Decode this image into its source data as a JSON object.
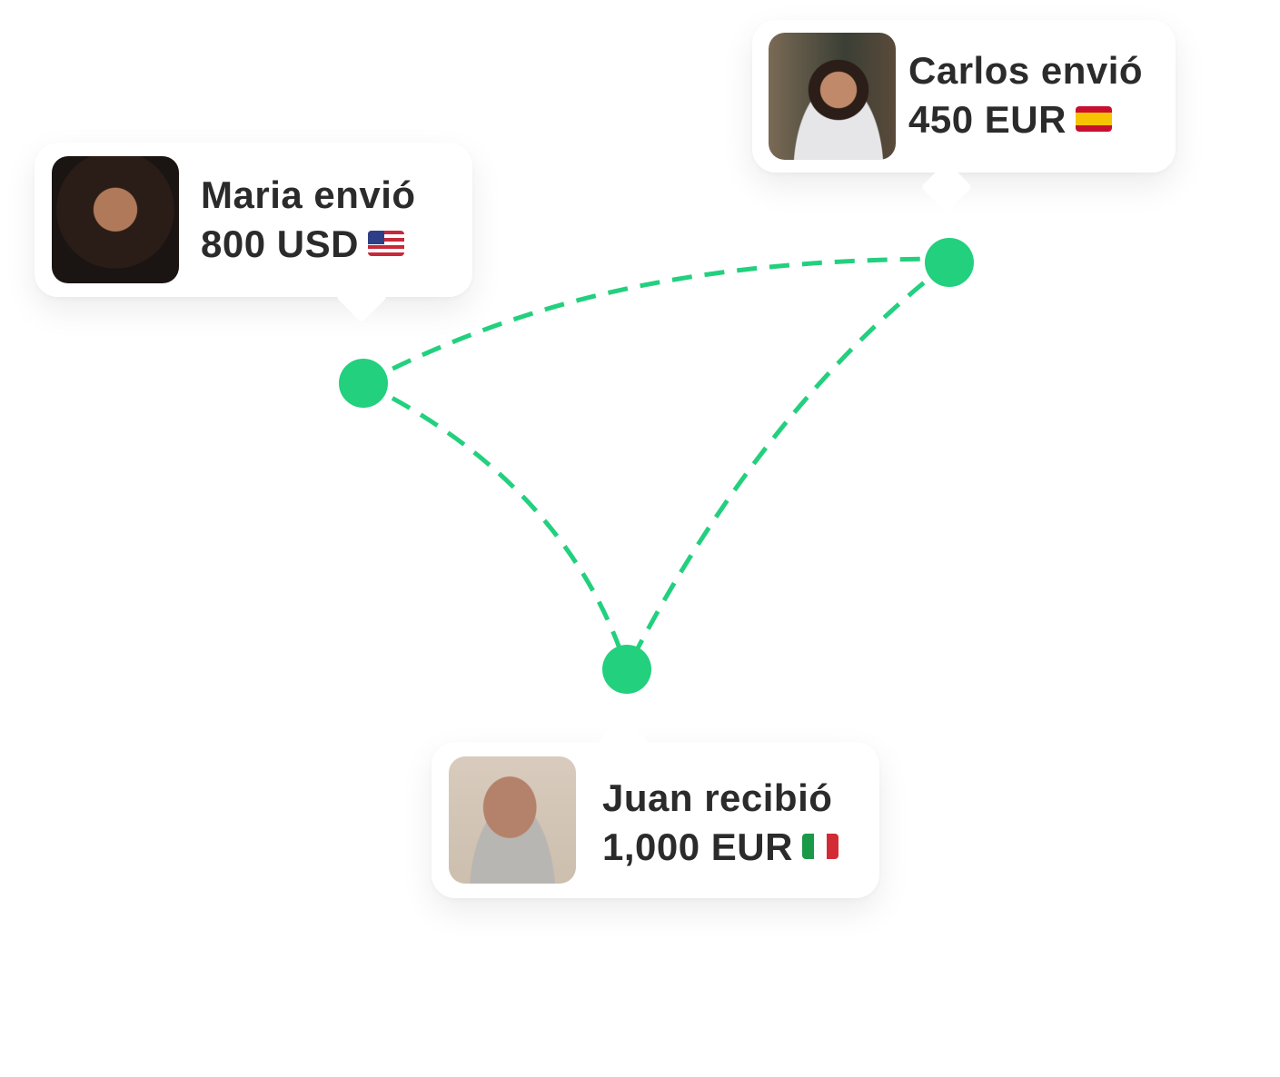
{
  "accent_color": "#22D07E",
  "cards": [
    {
      "name": "Maria",
      "line1": "Maria envió",
      "line2": "800 USD",
      "flag": "us-flag-icon"
    },
    {
      "name": "Carlos",
      "line1": "Carlos envió",
      "line2": "450 EUR",
      "flag": "spain-flag-icon"
    },
    {
      "name": "Juan",
      "line1": "Juan recibió",
      "line2": "1,000 EUR",
      "flag": "italy-flag-icon"
    }
  ]
}
